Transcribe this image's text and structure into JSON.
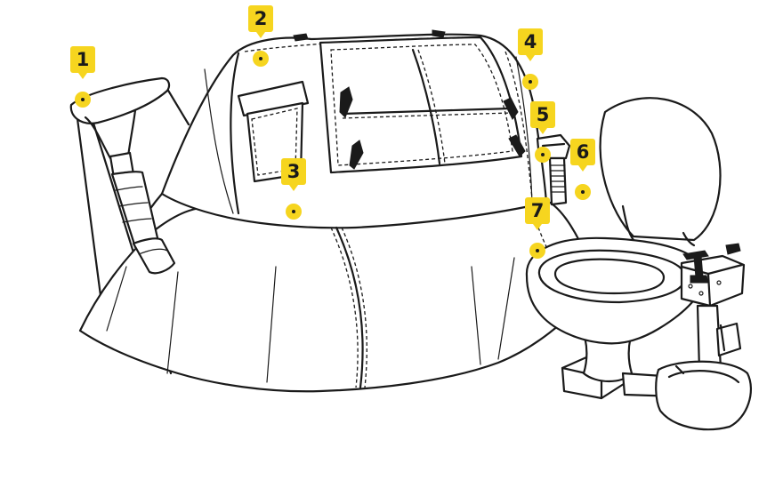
{
  "diagram": {
    "callouts": [
      {
        "id": "1",
        "label": "1"
      },
      {
        "id": "2",
        "label": "2"
      },
      {
        "id": "3",
        "label": "3"
      },
      {
        "id": "4",
        "label": "4"
      },
      {
        "id": "5",
        "label": "5"
      },
      {
        "id": "6",
        "label": "6"
      },
      {
        "id": "7",
        "label": "7"
      }
    ],
    "colors": {
      "badge": "#f6d51f",
      "ink": "#1a1a1a",
      "background": "#ffffff"
    },
    "icons": {
      "badge_pointer": "triangle-down",
      "anchor": "yellow-dot-with-center"
    }
  }
}
